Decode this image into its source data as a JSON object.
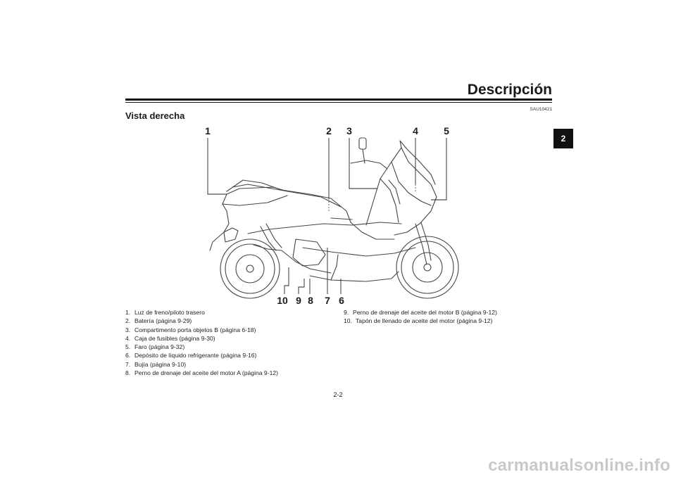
{
  "header": {
    "section_title": "Descripción",
    "reference_code": "SAU10421"
  },
  "chapter_tab": "2",
  "subheading": "Vista derecha",
  "callouts": {
    "top": [
      "1",
      "2",
      "3",
      "4",
      "5"
    ],
    "bottom": [
      "10",
      "9",
      "8",
      "7",
      "6"
    ]
  },
  "legend_left": [
    {
      "num": "1.",
      "text": "Luz de freno/piloto trasero"
    },
    {
      "num": "2.",
      "text": "Batería (página 9-29)"
    },
    {
      "num": "3.",
      "text": "Compartimento porta objetos B (página 6-18)"
    },
    {
      "num": "4.",
      "text": "Caja de fusibles (página 9-30)"
    },
    {
      "num": "5.",
      "text": "Faro (página 9-32)"
    },
    {
      "num": "6.",
      "text": "Depósito de líquido refrigerante (página 9-16)"
    },
    {
      "num": "7.",
      "text": "Bujía (página 9-10)"
    },
    {
      "num": "8.",
      "text": "Perno de drenaje del aceite del motor A (página 9-12)"
    }
  ],
  "legend_right": [
    {
      "num": "9.",
      "text": "Perno de drenaje del aceite del motor B (página 9-12)"
    },
    {
      "num": "10.",
      "text": "Tapón de llenado de aceite del motor (página 9-12)"
    }
  ],
  "page_number": "2-2",
  "watermark": "carmanualsonline.info"
}
